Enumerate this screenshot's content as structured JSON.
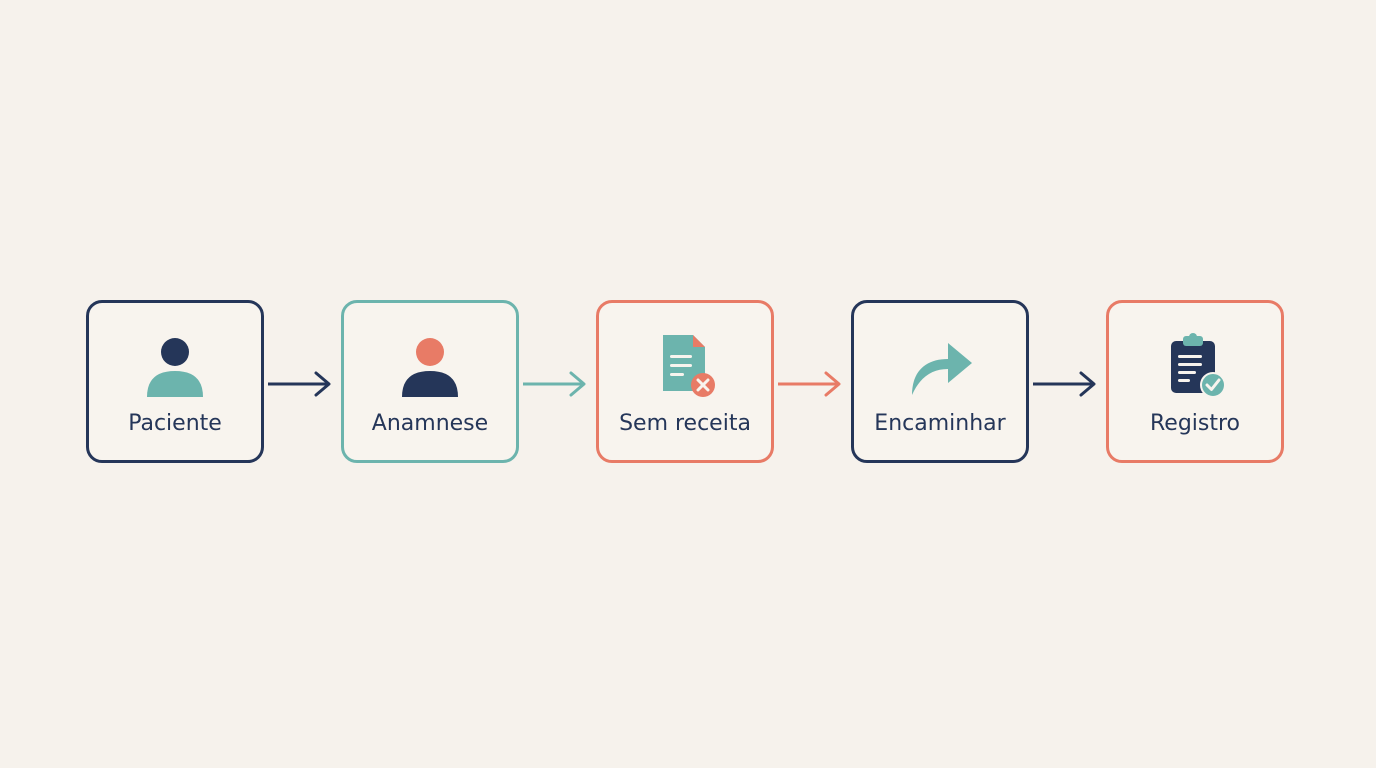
{
  "colors": {
    "navy": "#253659",
    "teal": "#6cb4ad",
    "coral": "#e87b66",
    "background": "#f6f2ec"
  },
  "steps": [
    {
      "label": "Paciente",
      "icon": "user-icon",
      "border": "navy"
    },
    {
      "label": "Anamnese",
      "icon": "user-icon",
      "border": "teal"
    },
    {
      "label": "Sem receita",
      "icon": "document-x-icon",
      "border": "coral"
    },
    {
      "label": "Encaminhar",
      "icon": "forward-arrow-icon",
      "border": "navy"
    },
    {
      "label": "Registro",
      "icon": "clipboard-check-icon",
      "border": "coral"
    }
  ],
  "connectors": [
    {
      "from": "Paciente",
      "to": "Anamnese",
      "color": "navy"
    },
    {
      "from": "Anamnese",
      "to": "Sem receita",
      "color": "teal"
    },
    {
      "from": "Sem receita",
      "to": "Encaminhar",
      "color": "coral"
    },
    {
      "from": "Encaminhar",
      "to": "Registro",
      "color": "navy"
    }
  ]
}
